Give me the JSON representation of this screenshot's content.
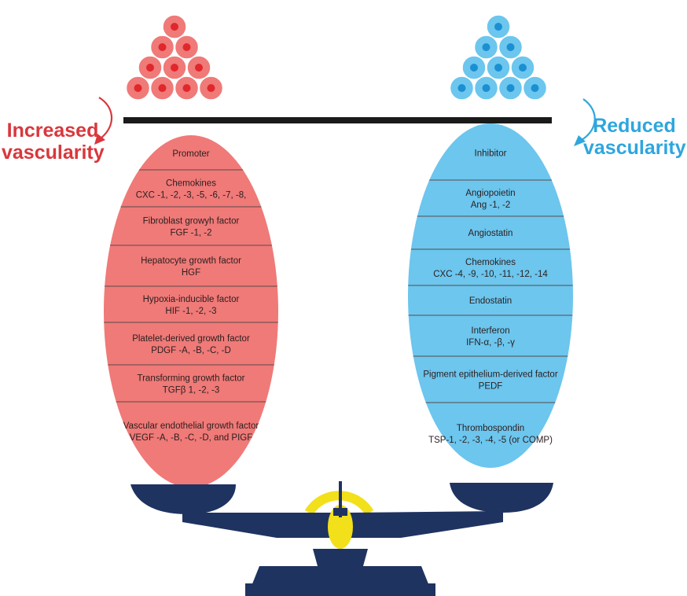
{
  "left": {
    "label_line1": "Increased",
    "label_line2": "vascularity",
    "fill_color": "#ef7a78",
    "cell_color": "#ef7a78",
    "nucleus_color": "#e0272b",
    "label_color": "#d9373c",
    "header": "Promoter",
    "items": [
      {
        "name": "Chemokines",
        "detail": "CXC -1, -2, -3, -5, -6, -7, -8,"
      },
      {
        "name": "Fibroblast growyh factor",
        "detail": "FGF -1, -2"
      },
      {
        "name": "Hepatocyte growth factor",
        "detail": "HGF"
      },
      {
        "name": "Hypoxia-inducible factor",
        "detail": "HIF -1, -2, -3"
      },
      {
        "name": "Platelet-derived growth factor",
        "detail": "PDGF -A, -B, -C, -D"
      },
      {
        "name": "Transforming growth factor",
        "detail": "TGFβ 1, -2, -3"
      },
      {
        "name": "Vascular endothelial growth factor",
        "detail": "VEGF -A, -B, -C, -D, and PIGF"
      }
    ]
  },
  "right": {
    "label_line1": "Reduced",
    "label_line2": "vascularity",
    "fill_color": "#6cc6ee",
    "cell_color": "#6cc6ee",
    "nucleus_color": "#1b8fd2",
    "label_color": "#2ea6de",
    "header": "Inhibitor",
    "items": [
      {
        "name": "Angiopoietin",
        "detail": "Ang -1, -2"
      },
      {
        "name": "Angiostatin",
        "detail": ""
      },
      {
        "name": "Chemokines",
        "detail": "CXC -4, -9, -10, -11, -12, -14"
      },
      {
        "name": "Endostatin",
        "detail": ""
      },
      {
        "name": "Interferon",
        "detail": "IFN-α, -β, -γ"
      },
      {
        "name": "Pigment epithelium-derived factor",
        "detail": "PEDF"
      },
      {
        "name": "Thrombospondin",
        "detail": "TSP-1, -2, -3, -4, -5 (or COMP)"
      }
    ]
  },
  "colors": {
    "beam": "#1a1a1a",
    "scale_navy": "#1f3361",
    "scale_yellow": "#f2e01a",
    "divider": "#5a4a4a"
  }
}
